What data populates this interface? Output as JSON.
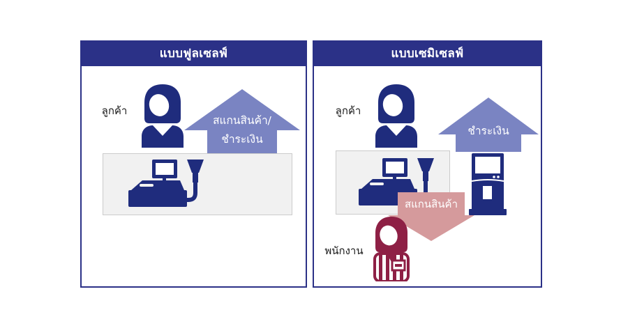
{
  "diagram": {
    "panels": [
      {
        "title": "แบบฟูลเซลฟ์",
        "actor": "ลูกค้า",
        "up_arrow": {
          "line1": "สแกนสินค้า/",
          "line2": "ชำระเงิน"
        }
      },
      {
        "title": "แบบเซมิเซลฟ์",
        "actor": "ลูกค้า",
        "up_arrow": {
          "line1": "ชำระเงิน"
        },
        "down_arrow": {
          "label": "สแกนสินค้า"
        },
        "staff": "พนักงาน"
      }
    ],
    "icons": [
      "customer-icon",
      "cash-register-icon",
      "barcode-scanner-icon",
      "payment-kiosk-icon",
      "staff-icon"
    ],
    "colors": {
      "header_navy": "#2B3187",
      "icon_navy": "#1F2C7D",
      "up_arrow_slate": "#7A84C2",
      "down_arrow_pink": "#D59A9C",
      "staff_maroon": "#8E2045",
      "box_background": "#F1F1F1",
      "box_border": "#CBCBCB"
    }
  }
}
